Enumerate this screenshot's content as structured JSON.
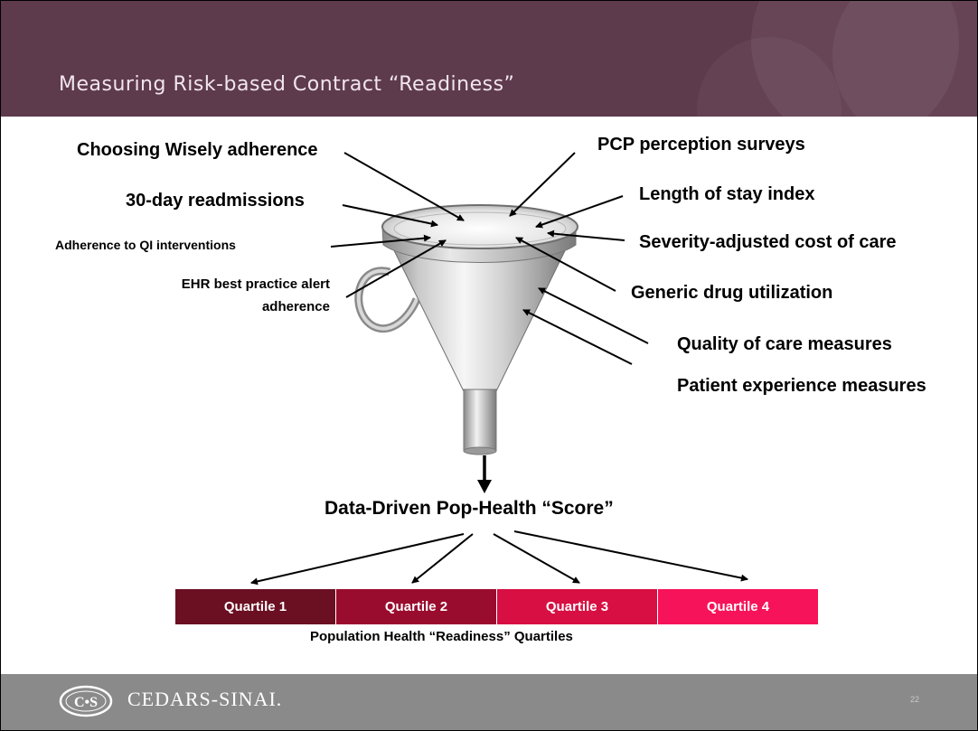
{
  "title": "Measuring Risk-based Contract “Readiness”",
  "left_labels": {
    "choosing_wisely": "Choosing Wisely adherence",
    "readmissions": "30-day readmissions",
    "qi_adherence": "Adherence to QI interventions",
    "ehr_line1": "EHR best practice alert",
    "ehr_line2": "adherence"
  },
  "right_labels": {
    "pcp_surveys": "PCP perception surveys",
    "length_of_stay": "Length of stay index",
    "severity_cost": "Severity-adjusted cost of care",
    "generic_drug": "Generic drug utilization",
    "quality_measures": "Quality of care measures",
    "patient_experience": "Patient experience measures"
  },
  "score_label": "Data-Driven Pop-Health “Score”",
  "quartiles": [
    {
      "label": "Quartile 1",
      "color": "#6b0f22"
    },
    {
      "label": "Quartile 2",
      "color": "#9a0c2e"
    },
    {
      "label": "Quartile 3",
      "color": "#d70f42"
    },
    {
      "label": "Quartile 4",
      "color": "#f7135a"
    }
  ],
  "quartiles_caption": "Population Health “Readiness” Quartiles",
  "footer": {
    "logo_text": "C•S",
    "brand": "CEDARS-SINAI.",
    "page_number": "22"
  },
  "colors": {
    "header_bg": "#5e3a4d",
    "footer_bg": "#8a8a8a"
  }
}
